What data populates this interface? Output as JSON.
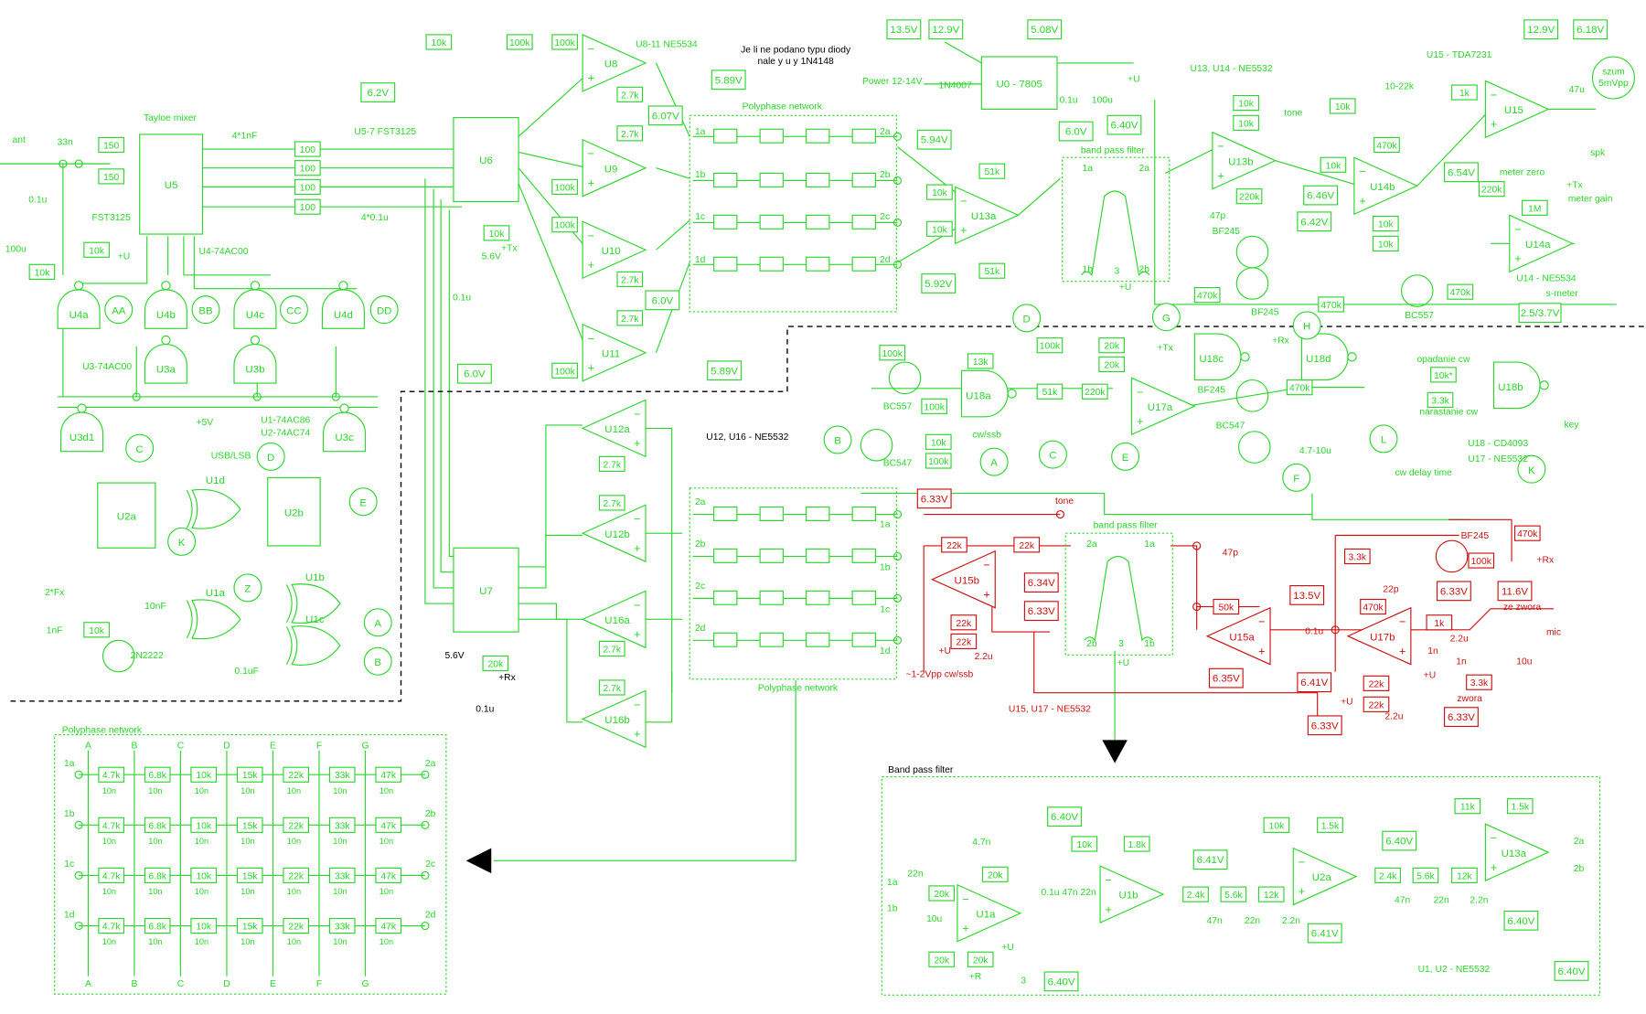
{
  "colors": {
    "green": "#2bd62b",
    "red": "#cc1010",
    "black": "#000000"
  },
  "notes": {
    "diode_note_line1": "Je li ne podano typu diody",
    "diode_note_line2": "nale y u y  1N4148"
  },
  "voltage_boxes": [
    {
      "value": "6.2V",
      "color": "green"
    },
    {
      "value": "5.89V",
      "color": "green"
    },
    {
      "value": "6.07V",
      "color": "green"
    },
    {
      "value": "6.0V",
      "color": "green"
    },
    {
      "value": "6.0V",
      "color": "green"
    },
    {
      "value": "5.89V",
      "color": "green"
    },
    {
      "value": "5.94V",
      "color": "green"
    },
    {
      "value": "5.92V",
      "color": "green"
    },
    {
      "value": "13.5V",
      "color": "green"
    },
    {
      "value": "12.9V",
      "color": "green"
    },
    {
      "value": "5.08V",
      "color": "green"
    },
    {
      "value": "6.0V",
      "color": "green"
    },
    {
      "value": "6.40V",
      "color": "green"
    },
    {
      "value": "12.9V",
      "color": "green"
    },
    {
      "value": "6.18V",
      "color": "green"
    },
    {
      "value": "6.46V",
      "color": "green"
    },
    {
      "value": "6.42V",
      "color": "green"
    },
    {
      "value": "6.54V",
      "color": "green"
    },
    {
      "value": "2.5/3.7V",
      "color": "green"
    },
    {
      "value": "6.33V",
      "color": "red"
    },
    {
      "value": "6.34V",
      "color": "red"
    },
    {
      "value": "6.33V",
      "color": "red"
    },
    {
      "value": "6.35V",
      "color": "red"
    },
    {
      "value": "6.41V",
      "color": "red"
    },
    {
      "value": "6.33V",
      "color": "red"
    },
    {
      "value": "13.5V",
      "color": "red"
    },
    {
      "value": "6.33V",
      "color": "red"
    },
    {
      "value": "11.6V",
      "color": "red"
    },
    {
      "value": "6.33V",
      "color": "red"
    },
    {
      "value": "6.40V",
      "color": "green"
    },
    {
      "value": "6.41V",
      "color": "green"
    },
    {
      "value": "6.40V",
      "color": "green"
    },
    {
      "value": "6.41V",
      "color": "green"
    },
    {
      "value": "6.40V",
      "color": "green"
    },
    {
      "value": "6.40V",
      "color": "green"
    },
    {
      "value": "6.40V",
      "color": "green"
    }
  ],
  "resistors": [
    {
      "value": "10k",
      "color": "green"
    },
    {
      "value": "100k",
      "color": "green"
    },
    {
      "value": "100k",
      "color": "green"
    },
    {
      "value": "2.7k",
      "color": "green"
    },
    {
      "value": "2.7k",
      "color": "green"
    },
    {
      "value": "100k",
      "color": "green"
    },
    {
      "value": "10k",
      "color": "green"
    },
    {
      "value": "100k",
      "color": "green"
    },
    {
      "value": "2.7k",
      "color": "green"
    },
    {
      "value": "2.7k",
      "color": "green"
    },
    {
      "value": "100k",
      "color": "green"
    },
    {
      "value": "150",
      "color": "green"
    },
    {
      "value": "150",
      "color": "green"
    },
    {
      "value": "10k",
      "color": "green"
    },
    {
      "value": "10k",
      "color": "green"
    },
    {
      "value": "100",
      "color": "green"
    },
    {
      "value": "100",
      "color": "green"
    },
    {
      "value": "100",
      "color": "green"
    },
    {
      "value": "100",
      "color": "green"
    },
    {
      "value": "10k",
      "color": "green"
    },
    {
      "value": "10k",
      "color": "green"
    },
    {
      "value": "51k",
      "color": "green"
    },
    {
      "value": "51k",
      "color": "green"
    },
    {
      "value": "10k",
      "color": "green"
    },
    {
      "value": "10k",
      "color": "green"
    },
    {
      "value": "10k",
      "color": "green"
    },
    {
      "value": "1k",
      "color": "green"
    },
    {
      "value": "470k",
      "color": "green"
    },
    {
      "value": "220k",
      "color": "green"
    },
    {
      "value": "10k",
      "color": "green"
    },
    {
      "value": "10k",
      "color": "green"
    },
    {
      "value": "10k",
      "color": "green"
    },
    {
      "value": "470k",
      "color": "green"
    },
    {
      "value": "470k",
      "color": "green"
    },
    {
      "value": "470k",
      "color": "green"
    },
    {
      "value": "220k",
      "color": "green"
    },
    {
      "value": "1M",
      "color": "green"
    },
    {
      "value": "100k",
      "color": "green"
    },
    {
      "value": "13k",
      "color": "green"
    },
    {
      "value": "100k",
      "color": "green"
    },
    {
      "value": "10k",
      "color": "green"
    },
    {
      "value": "100k",
      "color": "green"
    },
    {
      "value": "100k",
      "color": "green"
    },
    {
      "value": "20k",
      "color": "green"
    },
    {
      "value": "20k",
      "color": "green"
    },
    {
      "value": "51k",
      "color": "green"
    },
    {
      "value": "220k",
      "color": "green"
    },
    {
      "value": "470k",
      "color": "green"
    },
    {
      "value": "3.3k",
      "color": "green"
    },
    {
      "value": "10k*",
      "color": "green"
    },
    {
      "value": "2.7k",
      "color": "green"
    },
    {
      "value": "2.7k",
      "color": "green"
    },
    {
      "value": "20k",
      "color": "green"
    },
    {
      "value": "2.7k",
      "color": "green"
    },
    {
      "value": "2.7k",
      "color": "green"
    },
    {
      "value": "10k",
      "color": "green"
    },
    {
      "value": "22k",
      "color": "red"
    },
    {
      "value": "22k",
      "color": "red"
    },
    {
      "value": "22k",
      "color": "red"
    },
    {
      "value": "22k",
      "color": "red"
    },
    {
      "value": "50k",
      "color": "red"
    },
    {
      "value": "3.3k",
      "color": "red"
    },
    {
      "value": "470k",
      "color": "red"
    },
    {
      "value": "100k",
      "color": "red"
    },
    {
      "value": "470k",
      "color": "red"
    },
    {
      "value": "1k",
      "color": "red"
    },
    {
      "value": "3.3k",
      "color": "red"
    },
    {
      "value": "22k",
      "color": "red"
    },
    {
      "value": "22k",
      "color": "red"
    },
    {
      "value": "20k",
      "color": "green"
    },
    {
      "value": "20k",
      "color": "green"
    },
    {
      "value": "20k",
      "color": "green"
    },
    {
      "value": "20k",
      "color": "green"
    },
    {
      "value": "10k",
      "color": "green"
    },
    {
      "value": "1.8k",
      "color": "green"
    },
    {
      "value": "2.4k",
      "color": "green"
    },
    {
      "value": "5.6k",
      "color": "green"
    },
    {
      "value": "12k",
      "color": "green"
    },
    {
      "value": "10k",
      "color": "green"
    },
    {
      "value": "1.5k",
      "color": "green"
    },
    {
      "value": "2.4k",
      "color": "green"
    },
    {
      "value": "5.6k",
      "color": "green"
    },
    {
      "value": "12k",
      "color": "green"
    },
    {
      "value": "11k",
      "color": "green"
    },
    {
      "value": "1.5k",
      "color": "green"
    }
  ],
  "opamps": [
    {
      "name": "U8",
      "color": "green"
    },
    {
      "name": "U9",
      "color": "green"
    },
    {
      "name": "U10",
      "color": "green"
    },
    {
      "name": "U11",
      "color": "green"
    },
    {
      "name": "U13a",
      "color": "green"
    },
    {
      "name": "U13b",
      "color": "green"
    },
    {
      "name": "U14b",
      "color": "green"
    },
    {
      "name": "U15",
      "color": "green"
    },
    {
      "name": "U14a",
      "color": "green"
    },
    {
      "name": "U17a",
      "color": "green"
    },
    {
      "name": "U12a",
      "color": "green"
    },
    {
      "name": "U12b",
      "color": "green"
    },
    {
      "name": "U16a",
      "color": "green"
    },
    {
      "name": "U16b",
      "color": "green"
    },
    {
      "name": "U15b",
      "color": "red"
    },
    {
      "name": "U15a",
      "color": "red"
    },
    {
      "name": "U17b",
      "color": "red"
    },
    {
      "name": "U1a",
      "color": "green"
    },
    {
      "name": "U1b",
      "color": "green"
    },
    {
      "name": "U2a",
      "color": "green"
    },
    {
      "name": "U13a",
      "color": "green"
    }
  ],
  "gates": [
    "U4a",
    "U4b",
    "U4c",
    "U4d",
    "U3a",
    "U3b",
    "U3d1",
    "U3c",
    "U18a",
    "U18c",
    "U18d",
    "U18b"
  ],
  "xor_gates": [
    "U1d",
    "U1a",
    "U1b",
    "U1c"
  ],
  "ics": [
    "U5",
    "U6",
    "U7",
    "U0 - 7805",
    "U2a",
    "U2b"
  ],
  "connectors": [
    "AA",
    "BB",
    "CC",
    "DD",
    "C",
    "D",
    "K",
    "E",
    "Z",
    "A",
    "B",
    "D",
    "G",
    "H",
    "B",
    "A",
    "C",
    "E",
    "F",
    "L",
    "K"
  ],
  "noise_marker": {
    "line1": "szum",
    "line2": "5mVpp"
  },
  "filter_blocks": {
    "polyphase_top": "Polyphase network",
    "polyphase_mid": "Polyphase network",
    "bpf_top": "band pass filter",
    "bpf_mid": "band pass filter",
    "polyphase_detail": "Polyphase network",
    "bpf_detail": "Band pass filter"
  },
  "polyphase_detail": {
    "resistors": [
      "4.7k",
      "6.8k",
      "10k",
      "15k",
      "22k",
      "33k",
      "47k"
    ],
    "capacitor": "10n",
    "inputs": [
      "1a",
      "1b",
      "1c",
      "1d"
    ],
    "outputs": [
      "2a",
      "2b",
      "2c",
      "2d"
    ],
    "taps": [
      "A",
      "B",
      "C",
      "D",
      "E",
      "F",
      "G"
    ]
  },
  "labels": [
    {
      "text": "Tayloe mixer",
      "color": "green"
    },
    {
      "text": "FST3125",
      "color": "green"
    },
    {
      "text": "ant",
      "color": "green"
    },
    {
      "text": "33n",
      "color": "green"
    },
    {
      "text": "0.1u",
      "color": "green"
    },
    {
      "text": "100u",
      "color": "green"
    },
    {
      "text": "+U",
      "color": "green"
    },
    {
      "text": "4*1nF",
      "color": "green"
    },
    {
      "text": "U5-7 FST3125",
      "color": "green"
    },
    {
      "text": "4*0.1u",
      "color": "green"
    },
    {
      "text": "U4-74AC00",
      "color": "green"
    },
    {
      "text": "U3-74AC00",
      "color": "green"
    },
    {
      "text": "U1-74AC86",
      "color": "green"
    },
    {
      "text": "U2-74AC74",
      "color": "green"
    },
    {
      "text": "USB/LSB",
      "color": "green"
    },
    {
      "text": "+5V",
      "color": "green"
    },
    {
      "text": "2*Fx",
      "color": "green"
    },
    {
      "text": "2N2222",
      "color": "green"
    },
    {
      "text": "10nF",
      "color": "green"
    },
    {
      "text": "1nF",
      "color": "green"
    },
    {
      "text": "0.1uF",
      "color": "green"
    },
    {
      "text": "U8-11 NE5534",
      "color": "green"
    },
    {
      "text": "Power 12-14V",
      "color": "green"
    },
    {
      "text": "1N4007",
      "color": "green"
    },
    {
      "text": "0.1u",
      "color": "green"
    },
    {
      "text": "100u",
      "color": "green"
    },
    {
      "text": "+U",
      "color": "green"
    },
    {
      "text": "U13, U14 - NE5532",
      "color": "green"
    },
    {
      "text": "U15 - TDA7231",
      "color": "green"
    },
    {
      "text": "10-22k",
      "color": "green"
    },
    {
      "text": "tone",
      "color": "green"
    },
    {
      "text": "47u",
      "color": "green"
    },
    {
      "text": "spk",
      "color": "green"
    },
    {
      "text": "meter zero",
      "color": "green"
    },
    {
      "text": "meter gain",
      "color": "green"
    },
    {
      "text": "+Tx",
      "color": "green"
    },
    {
      "text": "U14 - NE5534",
      "color": "green"
    },
    {
      "text": "s-meter",
      "color": "green"
    },
    {
      "text": "BF245",
      "color": "green"
    },
    {
      "text": "BF245",
      "color": "green"
    },
    {
      "text": "BC557",
      "color": "green"
    },
    {
      "text": "47p",
      "color": "green"
    },
    {
      "text": "BC557",
      "color": "green"
    },
    {
      "text": "BC547",
      "color": "green"
    },
    {
      "text": "cw/ssb",
      "color": "green"
    },
    {
      "text": "BF245",
      "color": "green"
    },
    {
      "text": "BC547",
      "color": "green"
    },
    {
      "text": "4.7-10u",
      "color": "green"
    },
    {
      "text": "cw delay time",
      "color": "green"
    },
    {
      "text": "opadanie cw",
      "color": "green"
    },
    {
      "text": "narastanie cw",
      "color": "green"
    },
    {
      "text": "key",
      "color": "green"
    },
    {
      "text": "U18 - CD4093",
      "color": "green"
    },
    {
      "text": "U17 - NE5532",
      "color": "green"
    },
    {
      "text": "+Tx",
      "color": "green"
    },
    {
      "text": "+Rx",
      "color": "green"
    },
    {
      "text": "U12, U16 - NE5532",
      "color": "black"
    },
    {
      "text": "5.6V",
      "color": "black"
    },
    {
      "text": "+Rx",
      "color": "black"
    },
    {
      "text": "0.1u",
      "color": "black"
    },
    {
      "text": "5.6V",
      "color": "green"
    },
    {
      "text": "+Tx",
      "color": "green"
    },
    {
      "text": "0.1u",
      "color": "green"
    },
    {
      "text": "tone",
      "color": "red"
    },
    {
      "text": "~1-2Vpp cw/ssb",
      "color": "red"
    },
    {
      "text": "U15, U17 - NE5532",
      "color": "red"
    },
    {
      "text": "BF245",
      "color": "red"
    },
    {
      "text": "+Rx",
      "color": "red"
    },
    {
      "text": "ze zwora",
      "color": "red"
    },
    {
      "text": "mic",
      "color": "red"
    },
    {
      "text": "zwora",
      "color": "red"
    },
    {
      "text": "47p",
      "color": "red"
    },
    {
      "text": "22p",
      "color": "red"
    },
    {
      "text": "2.2u",
      "color": "red"
    },
    {
      "text": "1n",
      "color": "red"
    },
    {
      "text": "10u",
      "color": "red"
    },
    {
      "text": "1n",
      "color": "red"
    },
    {
      "text": "+U",
      "color": "red"
    },
    {
      "text": "2.2u",
      "color": "red"
    },
    {
      "text": "+U",
      "color": "red"
    },
    {
      "text": "0.1u",
      "color": "red"
    },
    {
      "text": "2.2u",
      "color": "red"
    },
    {
      "text": "+U",
      "color": "red"
    },
    {
      "text": "U1, U2 - NE5532",
      "color": "green"
    },
    {
      "text": "1a",
      "color": "green"
    },
    {
      "text": "1b",
      "color": "green"
    },
    {
      "text": "2a",
      "color": "green"
    },
    {
      "text": "2b",
      "color": "green"
    },
    {
      "text": "22n",
      "color": "green"
    },
    {
      "text": "4.7n",
      "color": "green"
    },
    {
      "text": "10u",
      "color": "green"
    },
    {
      "text": "+R",
      "color": "green"
    },
    {
      "text": "0.1u 47n 22n",
      "color": "green"
    },
    {
      "text": "47n",
      "color": "green"
    },
    {
      "text": "22n",
      "color": "green"
    },
    {
      "text": "2.2n",
      "color": "green"
    },
    {
      "text": "47n",
      "color": "green"
    },
    {
      "text": "22n",
      "color": "green"
    },
    {
      "text": "2.2n",
      "color": "green"
    },
    {
      "text": "+U",
      "color": "green"
    },
    {
      "text": "3",
      "color": "green"
    },
    {
      "text": "1a",
      "color": "green"
    },
    {
      "text": "2a",
      "color": "green"
    },
    {
      "text": "1b",
      "color": "green"
    },
    {
      "text": "2b",
      "color": "green"
    },
    {
      "text": "1c",
      "color": "green"
    },
    {
      "text": "2c",
      "color": "green"
    },
    {
      "text": "1d",
      "color": "green"
    },
    {
      "text": "2d",
      "color": "green"
    },
    {
      "text": "2a",
      "color": "green"
    },
    {
      "text": "1a",
      "color": "green"
    },
    {
      "text": "2b",
      "color": "green"
    },
    {
      "text": "1b",
      "color": "green"
    },
    {
      "text": "2c",
      "color": "green"
    },
    {
      "text": "1c",
      "color": "green"
    },
    {
      "text": "2d",
      "color": "green"
    },
    {
      "text": "1d",
      "color": "green"
    },
    {
      "text": "1a",
      "color": "green"
    },
    {
      "text": "2a",
      "color": "green"
    },
    {
      "text": "1b",
      "color": "green"
    },
    {
      "text": "2b",
      "color": "green"
    },
    {
      "text": "3",
      "color": "green"
    },
    {
      "text": "+U",
      "color": "green"
    },
    {
      "text": "2a",
      "color": "green"
    },
    {
      "text": "1a",
      "color": "green"
    },
    {
      "text": "2b",
      "color": "green"
    },
    {
      "text": "1b",
      "color": "green"
    },
    {
      "text": "3",
      "color": "green"
    },
    {
      "text": "+U",
      "color": "green"
    }
  ]
}
